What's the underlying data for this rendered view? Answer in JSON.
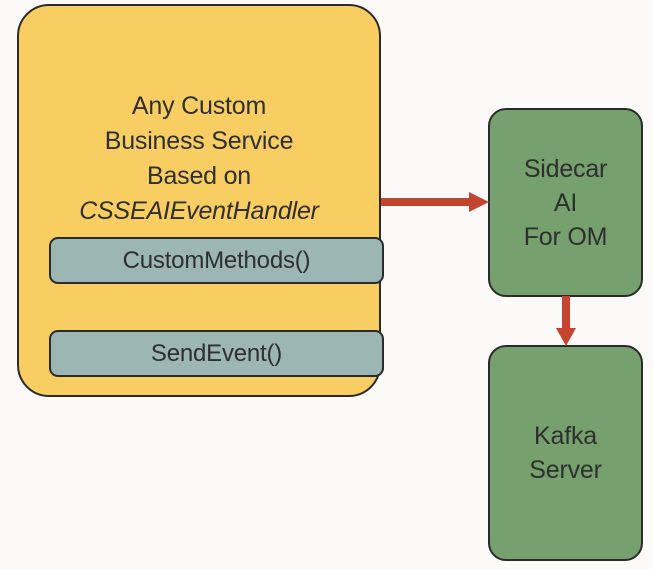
{
  "diagram": {
    "background_color": "#fbfaf8",
    "nodes": {
      "service": {
        "title_lines": "Any Custom\nBusiness Service\nBased on",
        "title_emphasis": "CSSEAIEventHandler",
        "fill_color": "#f8ce62",
        "stroke_color": "#2b2b2b",
        "methods": [
          {
            "label": "CustomMethods()",
            "fill_color": "#9cb6b4"
          },
          {
            "label": "SendEvent()",
            "fill_color": "#9cb6b4"
          }
        ]
      },
      "sidecar": {
        "label": "Sidecar\nAI\nFor OM",
        "fill_color": "#76a06e",
        "stroke_color": "#2b2b2b"
      },
      "kafka": {
        "label": "Kafka\nServer",
        "fill_color": "#76a06e",
        "stroke_color": "#2b2b2b"
      }
    },
    "connectors": [
      {
        "name": "service-to-sidecar",
        "direction": "right",
        "color": "#c4452e",
        "label": ""
      },
      {
        "name": "sidecar-to-kafka",
        "direction": "down",
        "color": "#c4452e",
        "label": ""
      }
    ]
  }
}
